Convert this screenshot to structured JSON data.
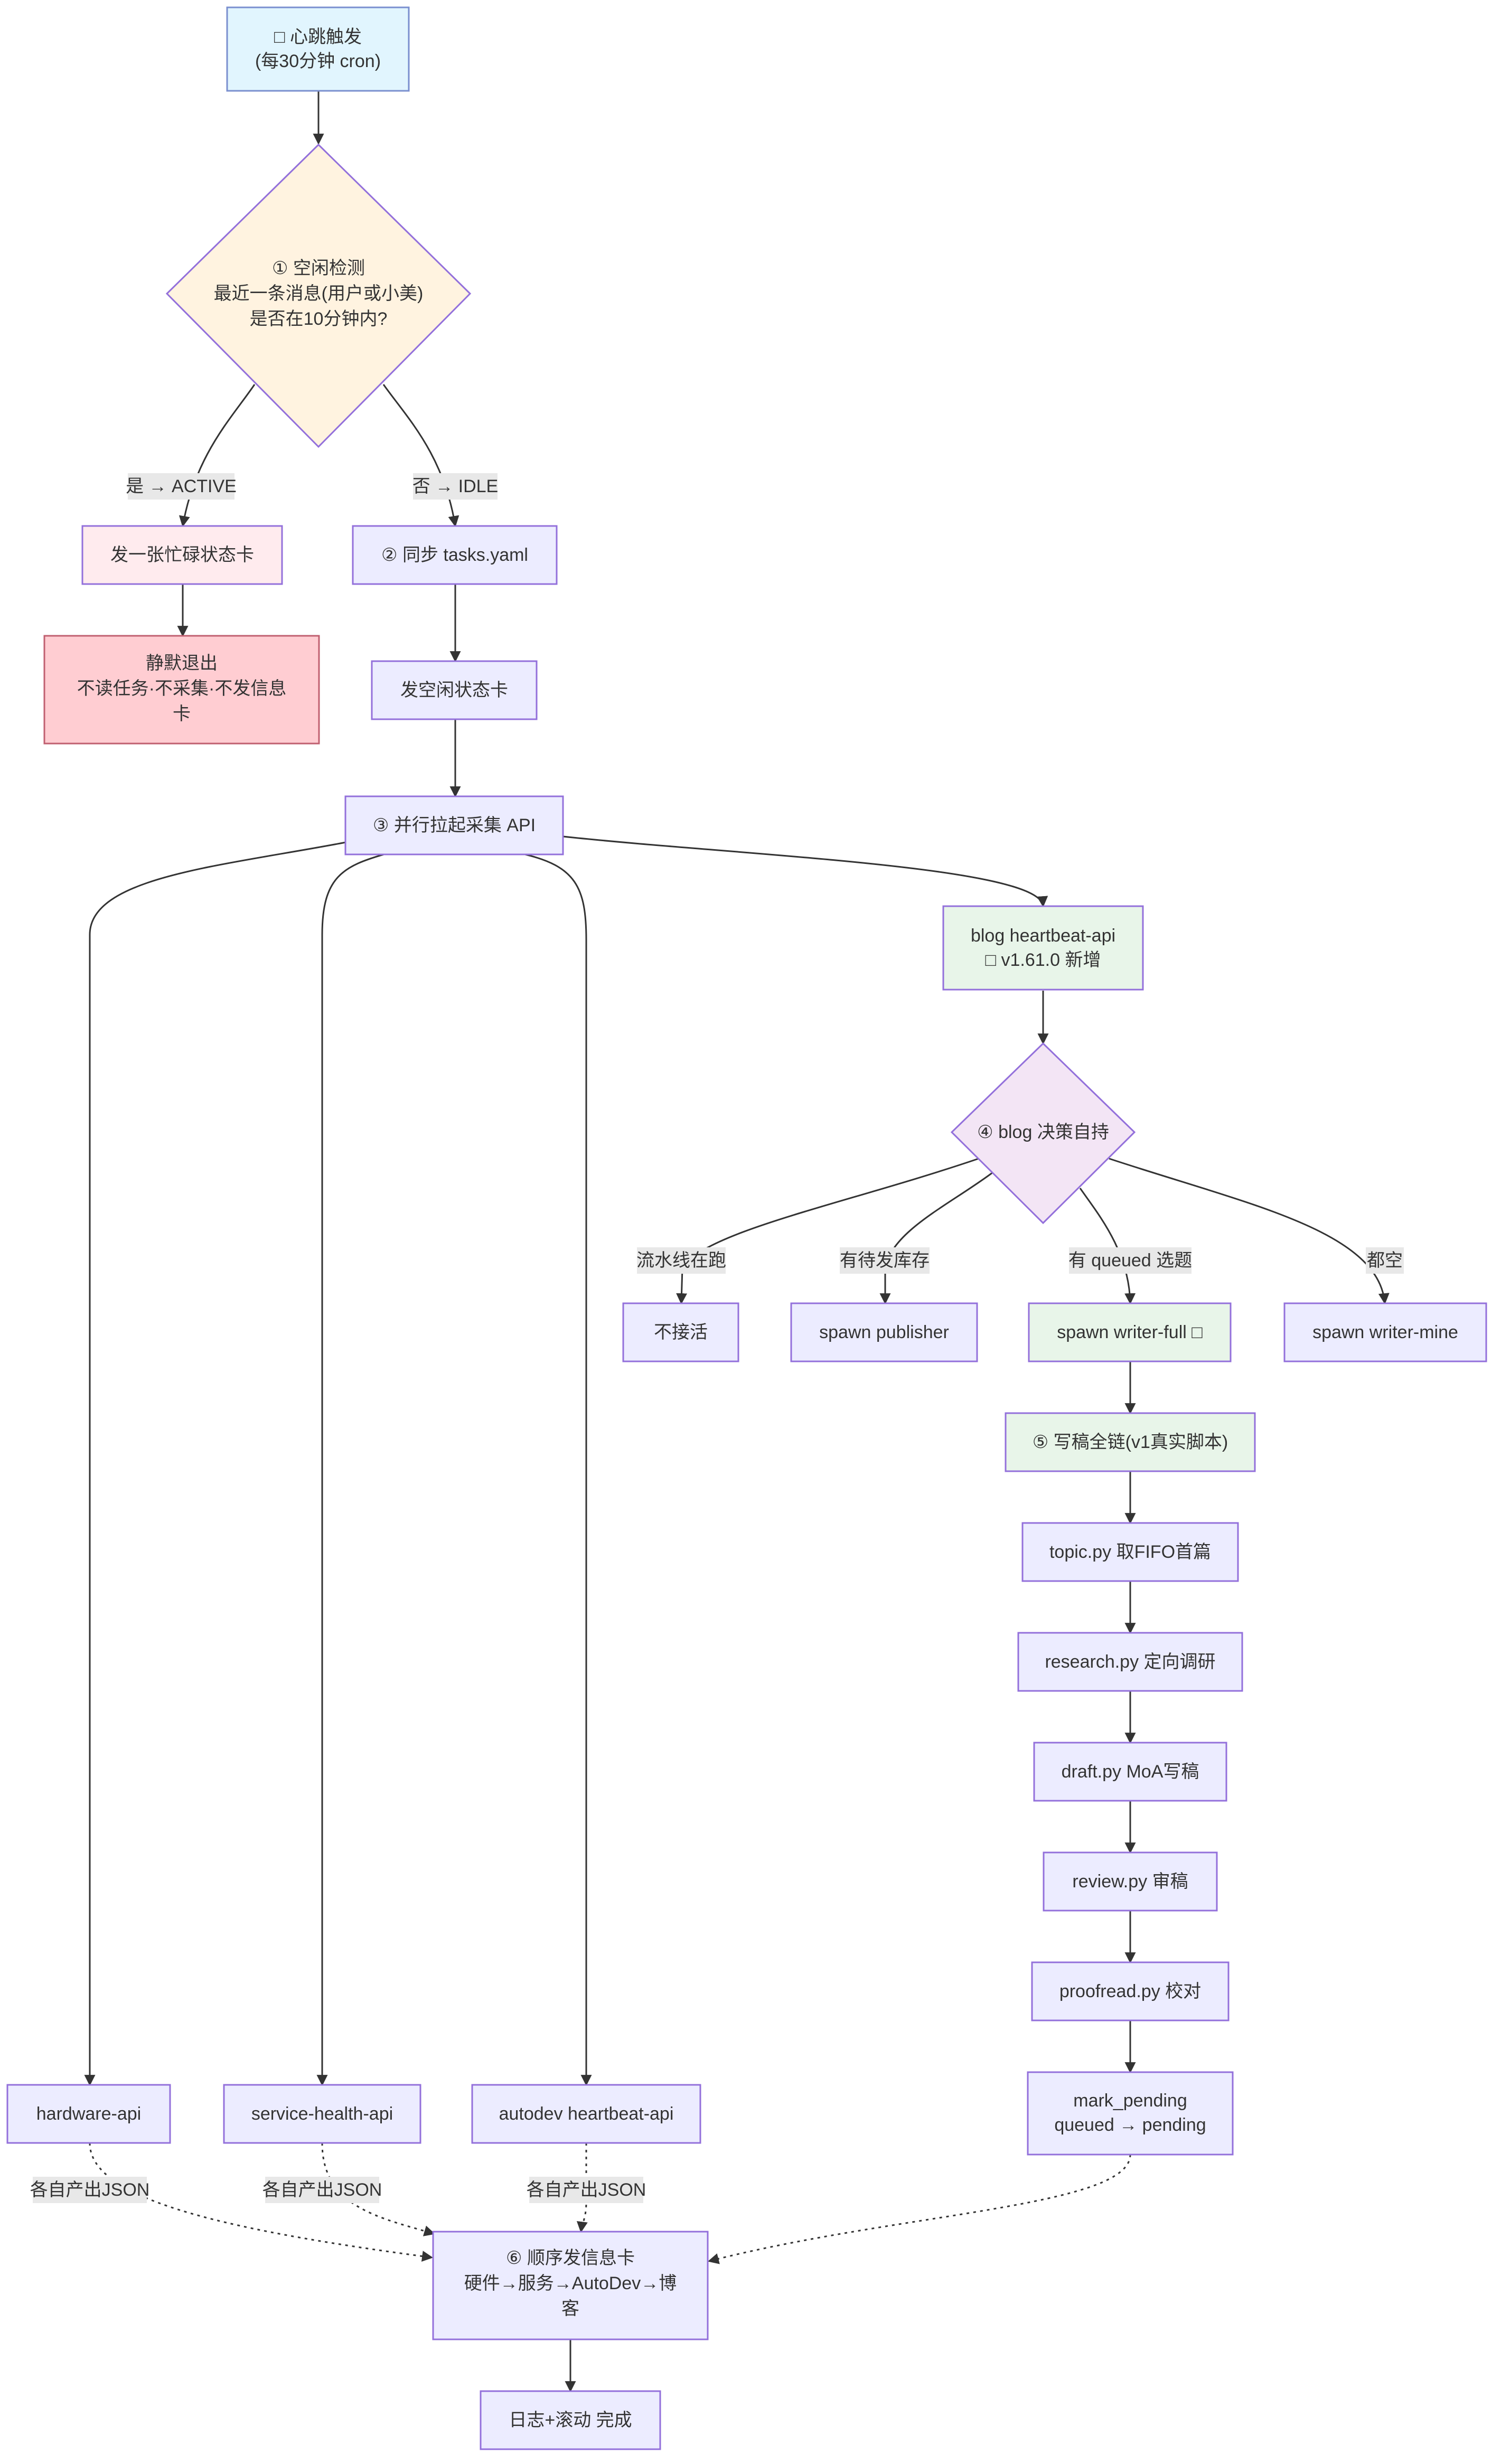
{
  "colors": {
    "default_fill": "#ECECFF",
    "default_stroke": "#9370DB",
    "start_fill": "#E1F5FE",
    "start_stroke": "#7A8FCF",
    "decision1_fill": "#FFF3E0",
    "decision2_fill": "#F3E5F5",
    "busy_fill": "#FFEBEE",
    "exit_fill": "#FFCDD2",
    "exit_stroke": "#C06070",
    "green_fill": "#E8F5E9",
    "line": "#333333",
    "label_bg": "#E8E8E8"
  },
  "nodes": {
    "trigger": {
      "icon": "heart-icon",
      "lines": [
        "□ 心跳触发",
        "(每30分钟 cron)"
      ]
    },
    "idle_check": {
      "lines": [
        "① 空闲检测",
        "最近一条消息(用户或小美)",
        "是否在10分钟内?"
      ]
    },
    "busy_card": {
      "lines": [
        "发一张忙碌状态卡"
      ]
    },
    "silent_exit": {
      "lines": [
        "静默退出",
        "不读任务·不采集·不发信息",
        "卡"
      ]
    },
    "sync_tasks": {
      "lines": [
        "② 同步 tasks.yaml"
      ]
    },
    "idle_card": {
      "lines": [
        "发空闲状态卡"
      ]
    },
    "parallel_fetch": {
      "lines": [
        "③ 并行拉起采集 API"
      ]
    },
    "blog_api": {
      "icon": "new-icon",
      "lines": [
        "blog heartbeat-api",
        "□ v1.61.0 新增"
      ]
    },
    "blog_decision": {
      "lines": [
        "④ blog 决策自持"
      ]
    },
    "no_activate": {
      "lines": [
        "不接活"
      ]
    },
    "spawn_publisher": {
      "lines": [
        "spawn publisher"
      ]
    },
    "spawn_writer_full": {
      "icon": "star-icon",
      "lines": [
        "spawn writer-full □"
      ]
    },
    "spawn_writer_mine": {
      "lines": [
        "spawn writer-mine"
      ]
    },
    "write_chain": {
      "lines": [
        "⑤ 写稿全链(v1真实脚本)"
      ]
    },
    "topic": {
      "lines": [
        "topic.py 取FIFO首篇"
      ]
    },
    "research": {
      "lines": [
        "research.py 定向调研"
      ]
    },
    "draft": {
      "lines": [
        "draft.py MoA写稿"
      ]
    },
    "review": {
      "lines": [
        "review.py 审稿"
      ]
    },
    "proofread": {
      "lines": [
        "proofread.py 校对"
      ]
    },
    "mark_pending": {
      "lines": [
        "mark_pending",
        "queued → pending"
      ]
    },
    "hardware_api": {
      "lines": [
        "hardware-api"
      ]
    },
    "service_health_api": {
      "lines": [
        "service-health-api"
      ]
    },
    "autodev_api": {
      "lines": [
        "autodev heartbeat-api"
      ]
    },
    "send_cards": {
      "lines": [
        "⑥ 顺序发信息卡",
        "硬件→服务→AutoDev→博",
        "客"
      ]
    },
    "done": {
      "lines": [
        "日志+滚动 完成"
      ]
    }
  },
  "edge_labels": {
    "yes_active": "是 → ACTIVE",
    "no_idle": "否 → IDLE",
    "pipeline_running": "流水线在跑",
    "has_inventory": "有待发库存",
    "has_queued": "有 queued 选题",
    "all_empty": "都空",
    "json_hardware": "各自产出JSON",
    "json_service": "各自产出JSON",
    "json_autodev": "各自产出JSON"
  }
}
